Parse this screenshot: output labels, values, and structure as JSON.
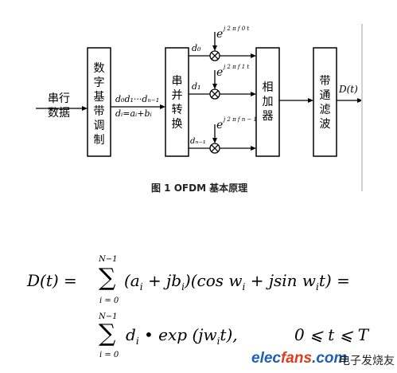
{
  "diagram": {
    "input_label": [
      "串行",
      "数据"
    ],
    "mod_block": [
      "数",
      "字",
      "基",
      "带",
      "调",
      "制"
    ],
    "sp_block": [
      "串",
      "并",
      "转",
      "换"
    ],
    "adder_block": [
      "相",
      "加",
      "器"
    ],
    "filter_block": [
      "带",
      "通",
      "滤",
      "波"
    ],
    "seq_label": "d₀d₁···dₙ₋₁",
    "seq_def": "dᵢ=aᵢ+bᵢ",
    "branch_d": [
      "d₀",
      "d₁",
      "dₙ₋₁"
    ],
    "carrier_base": "e",
    "carrier_exp": [
      "j 2 π f 0 t",
      "j 2 π f 1 t",
      "j 2 π f n − 1 t"
    ],
    "output_label": "D(t)",
    "caption": "图 1   OFDM 基本原理"
  },
  "formula": {
    "line1": {
      "lhs": "D(t) =",
      "upper": "N−1",
      "lower": "i = 0",
      "term_a": "(a",
      "sub_i": "i",
      "term_b": "+ jb",
      "term_c": ")(cos w",
      "term_d": " + jsin w",
      "term_e": "t) ="
    },
    "line2": {
      "upper": "N−1",
      "lower": "i = 0",
      "term_a": "d",
      "sub_i": "i",
      "term_b": " • exp (jw",
      "term_c": "t),",
      "condition": "0 ⩽ t ⩽ T"
    }
  },
  "watermark": {
    "brand_part1": "elec",
    "brand_part2": "fans",
    "brand_part3": ".com",
    "cn": "电子发烧友",
    "colors": {
      "part1": "#1f5fb5",
      "part2": "#e23a1b",
      "part3": "#1f5fb5"
    }
  }
}
